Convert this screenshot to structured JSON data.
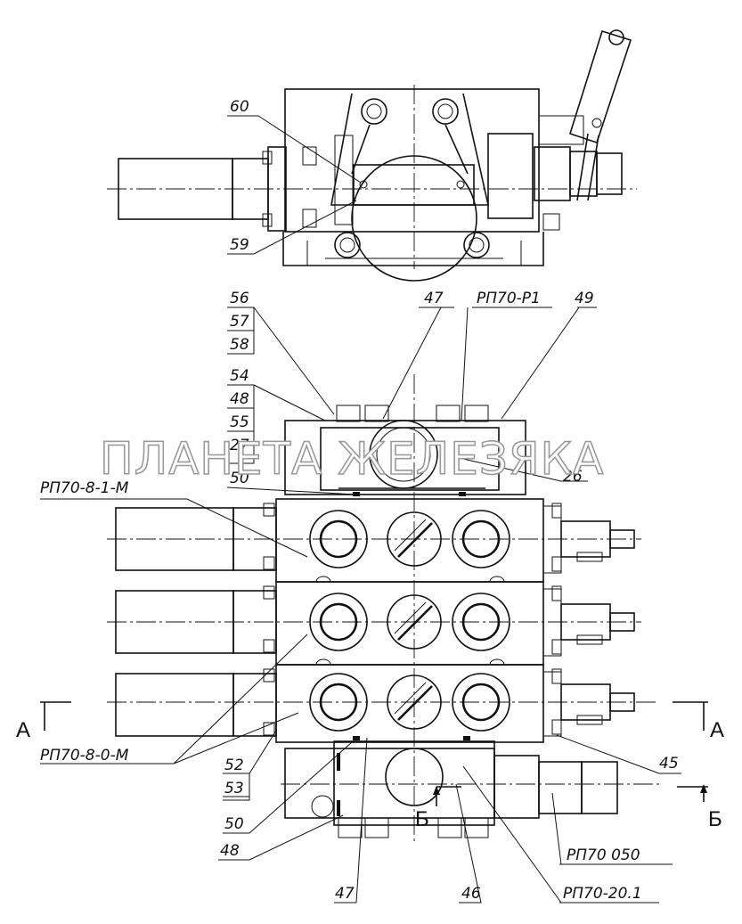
{
  "watermark": "ПЛАНЕТА ЖЕЛЕЗЯКА",
  "callouts": {
    "c60": "60",
    "c59": "59",
    "c56": "56",
    "c57": "57",
    "c58": "58",
    "c54": "54",
    "c48a": "48",
    "c55": "55",
    "c27": "27",
    "c50a": "50",
    "c47a": "47",
    "rp70p1": "РП70-Р1",
    "c49": "49",
    "c26": "26",
    "rp70_81m": "РП70-8-1-М",
    "rp70_80m": "РП70-8-0-М",
    "c52": "52",
    "c53": "53",
    "c50b": "50",
    "c48b": "48",
    "c47b": "47",
    "c46": "46",
    "rp70_050": "РП70 050",
    "rp70_201": "РП70-20.1",
    "c45": "45"
  },
  "sections": {
    "a_left": "А",
    "a_right": "А",
    "b_left": "Б",
    "b_right": "Б"
  }
}
